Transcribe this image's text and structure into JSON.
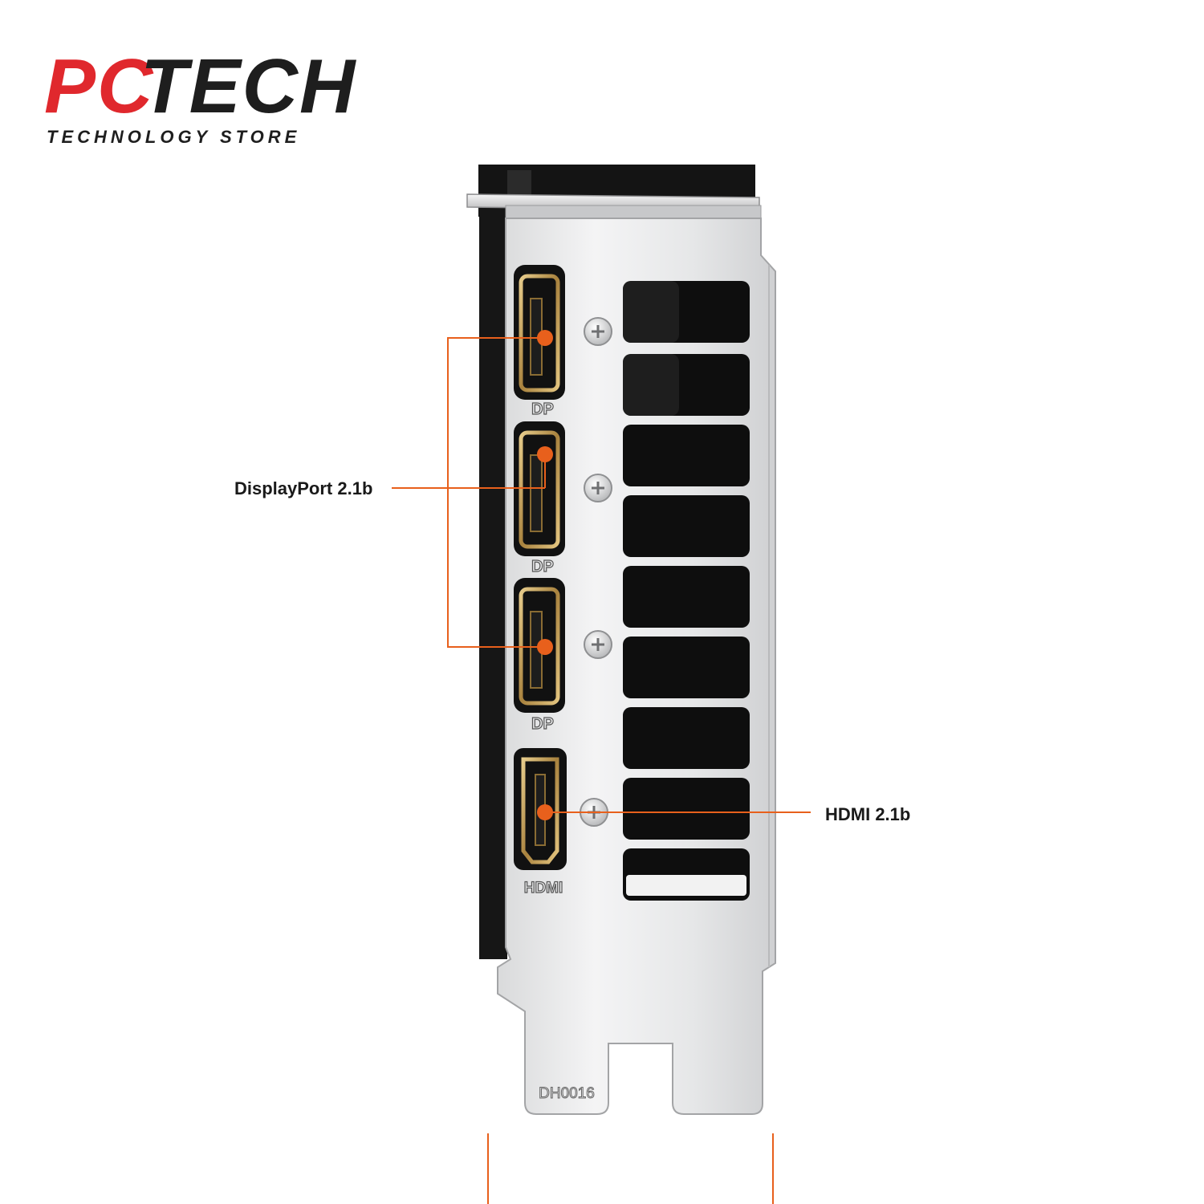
{
  "brand": {
    "logo_part1": "PC",
    "logo_part2": "TECH",
    "tagline": "TECHNOLOGY STORE",
    "accent_color": "#e0282d",
    "text_color": "#1e1e1e"
  },
  "product": {
    "port_labels": [
      "DP",
      "DP",
      "DP",
      "HDMI"
    ],
    "bracket_code": "DH0016",
    "port_color": "#c8a55a",
    "callout_color": "#e8601c"
  },
  "callouts": {
    "displayport": "DisplayPort 2.1b",
    "hdmi": "HDMI 2.1b"
  }
}
